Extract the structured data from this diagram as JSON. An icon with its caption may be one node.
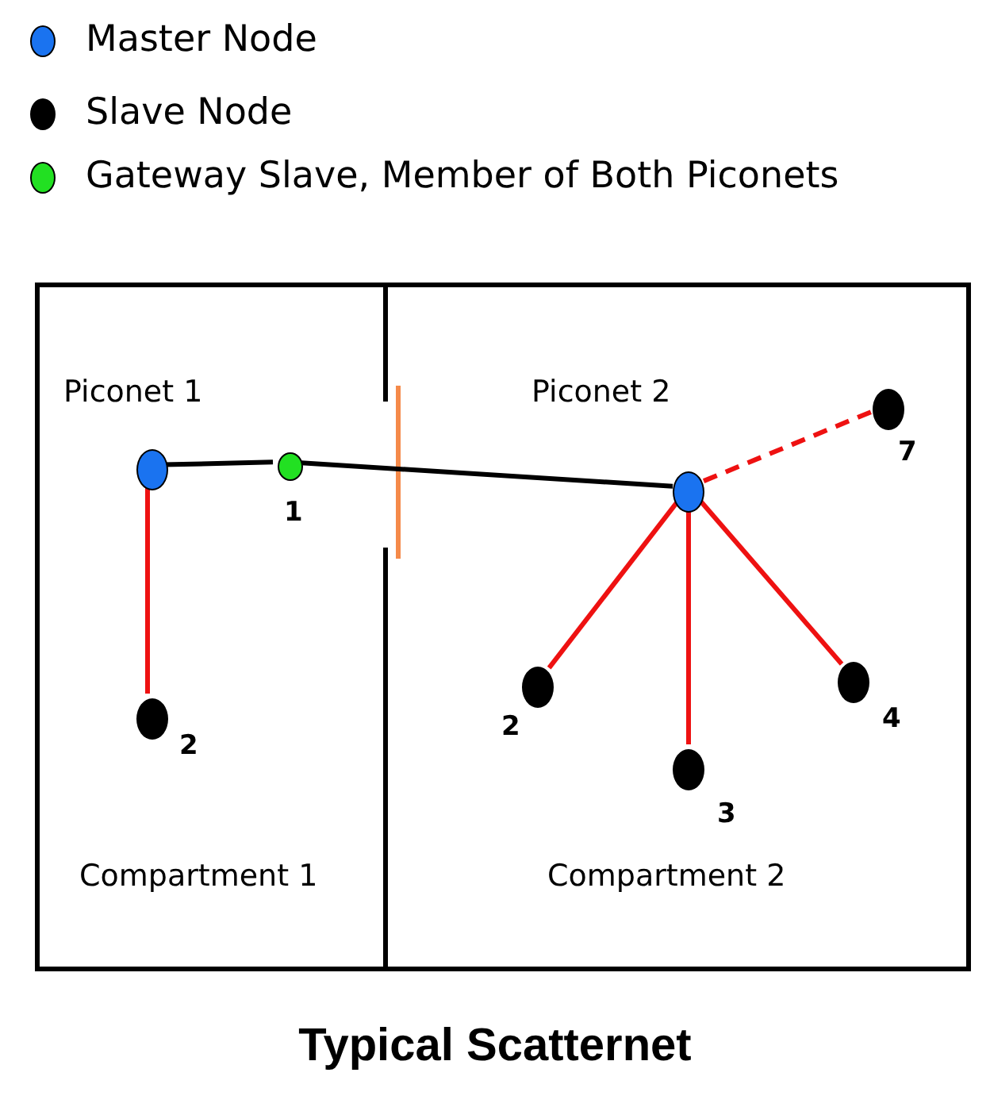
{
  "diagram": {
    "caption": "Typical Scatternet",
    "nodes": [
      {
        "text": [
          "Piconet 1",
          "Compartment 1"
        ]
      },
      {
        "text": [
          "Piconet 2",
          "Compartment 2"
        ]
      },
      {
        "text": [],
        "shape": "circle",
        "in": 0
      },
      {
        "text": [],
        "shape": "circle",
        "in": 0,
        "beside": [
          "1"
        ]
      },
      {
        "text": [],
        "shape": "circle",
        "in": 0,
        "beside": [
          "2"
        ]
      },
      {
        "text": [],
        "shape": "circle",
        "in": 1,
        "beside": [
          "7"
        ]
      },
      {
        "text": [],
        "shape": "circle",
        "in": 1
      },
      {
        "text": [],
        "shape": "circle",
        "in": 1,
        "beside": [
          "2"
        ]
      },
      {
        "text": [],
        "shape": "circle",
        "in": 1,
        "beside": [
          "4"
        ]
      },
      {
        "text": [],
        "shape": "circle",
        "in": 1,
        "beside": [
          "3"
        ]
      }
    ],
    "edges": [
      {
        "from": 2,
        "to": 3,
        "arrow": "none",
        "color": "#000000"
      },
      {
        "from": 3,
        "to": 6,
        "arrow": "none",
        "color": "#000000"
      },
      {
        "from": 2,
        "to": 4,
        "arrow": "none"
      },
      {
        "from": 6,
        "to": 5,
        "arrow": "none",
        "style": "dashed"
      },
      {
        "from": 6,
        "to": 7,
        "arrow": "none"
      },
      {
        "from": 6,
        "to": 9,
        "arrow": "none"
      },
      {
        "from": 6,
        "to": 8,
        "arrow": "none"
      }
    ],
    "legend": [
      {
        "text": "Master Node",
        "color": "#1a73f0"
      },
      {
        "text": "Slave Node",
        "color": "#000000"
      },
      {
        "text": "Gateway Slave, Member of Both Piconets",
        "color": "#22e022"
      }
    ]
  }
}
